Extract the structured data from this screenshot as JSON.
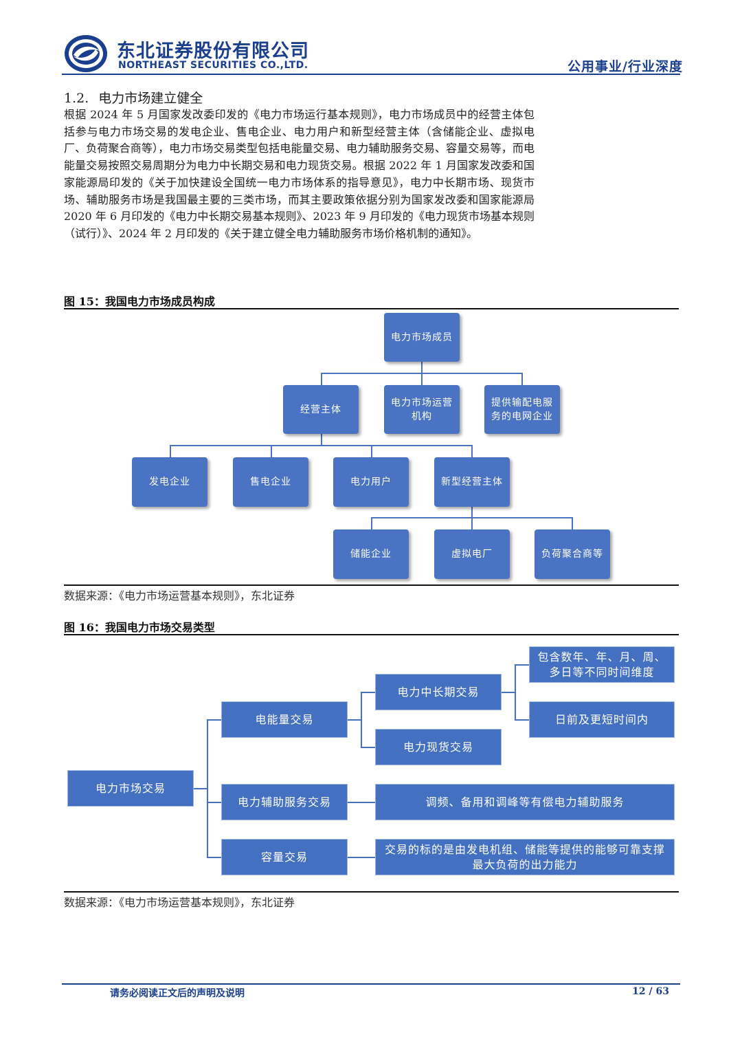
{
  "header": {
    "company_cn": "东北证券股份有限公司",
    "company_en": "NORTHEAST SECURITIES CO.,LTD.",
    "category": "公用事业/行业深度"
  },
  "section": {
    "number": "1.2.",
    "title": "电力市场建立健全",
    "paragraph": "根据 2024 年 5 月国家发改委印发的《电力市场运行基本规则》，电力市场成员中的经营主体包括参与电力市场交易的发电企业、售电企业、电力用户和新型经营主体（含储能企业、虚拟电厂、负荷聚合商等），电力市场交易类型包括电能量交易、电力辅助服务交易、容量交易等，而电能量交易按照交易周期分为电力中长期交易和电力现货交易。根据 2022 年 1 月国家发改委和国家能源局印发的《关于加快建设全国统一电力市场体系的指导意见》，电力中长期市场、现货市场、辅助服务市场是我国最主要的三类市场，而其主要政策依据分别为国家发改委和国家能源局 2020 年 6 月印发的《电力中长期交易基本规则》、2023 年 9 月印发的《电力现货市场基本规则（试行）》、2024 年 2 月印发的《关于建立健全电力辅助服务市场价格机制的通知》。"
  },
  "figure15": {
    "caption": "图 15：我国电力市场成员构成",
    "source": "数据来源：《电力市场运营基本规则》，东北证券",
    "root": "电力市场成员",
    "level1": [
      "经营主体",
      "电力市场运营机构",
      "提供输配电服务的电网企业"
    ],
    "level2": [
      "发电企业",
      "售电企业",
      "电力用户",
      "新型经营主体"
    ],
    "level3": [
      "储能企业",
      "虚拟电厂",
      "负荷聚合商等"
    ]
  },
  "figure16": {
    "caption": "图 16：我国电力市场交易类型",
    "source": "数据来源：《电力市场运营基本规则》，东北证券",
    "root": "电力市场交易",
    "types": [
      "电能量交易",
      "电力辅助服务交易",
      "容量交易"
    ],
    "energy_sub": [
      "电力中长期交易",
      "电力现货交易"
    ],
    "long_term_detail": [
      "包含数年、年、月、周、多日等不同时间维度",
      "日前及更短时间内"
    ],
    "aux_detail": "调频、备用和调峰等有偿电力辅助服务",
    "capacity_detail": "交易的标的是由发电机组、储能等提供的能够可靠支撑最大负荷的出力能力"
  },
  "footer": {
    "note": "请务必阅读正文后的声明及说明",
    "page": "12 / 63"
  }
}
